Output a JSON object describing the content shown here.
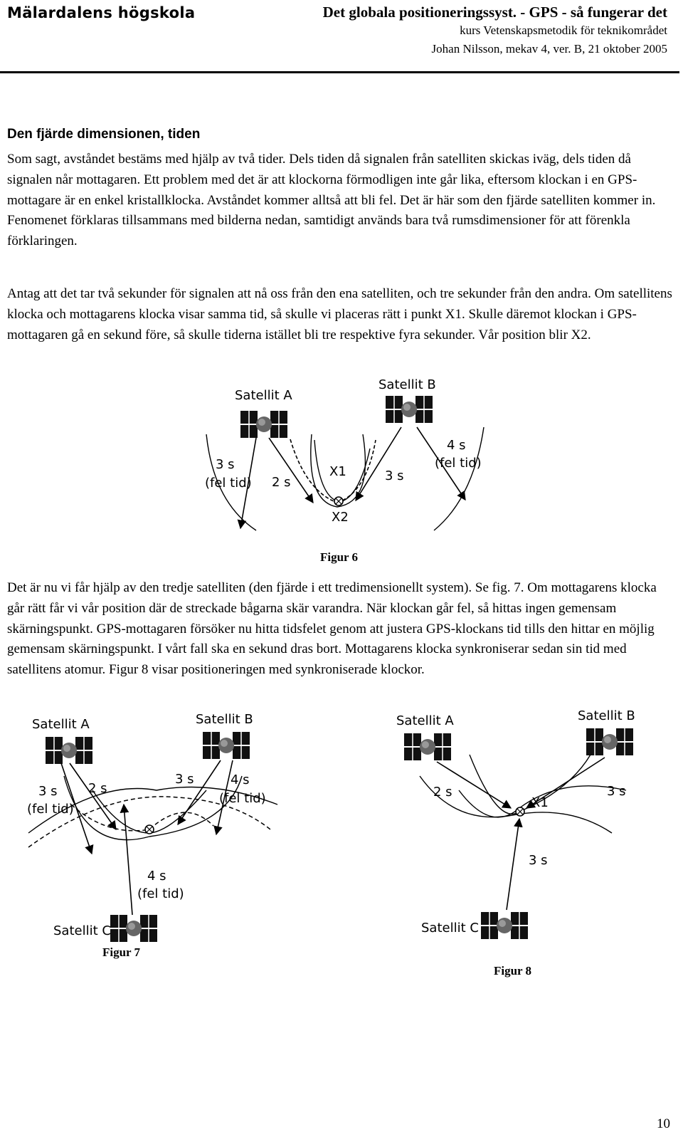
{
  "header": {
    "school": "Mälardalens högskola",
    "title": "Det globala positioneringssyst. - GPS - så fungerar det",
    "course": "kurs Vetenskapsmetodik för teknikområdet",
    "author": "Johan Nilsson, mekav 4, ver. B, 21 oktober 2005"
  },
  "section_heading": "Den fjärde dimensionen, tiden",
  "paragraphs": {
    "p1": "Som sagt, avståndet bestäms med hjälp av två tider. Dels tiden då signalen från satelliten skickas iväg, dels tiden då signalen når mottagaren. Ett problem med det är att klockorna förmodligen inte går lika, eftersom klockan i en GPS-mottagare är en enkel kristallklocka. Avståndet kommer alltså att bli fel. Det är här som den fjärde satelliten kommer in. Fenomenet förklaras tillsammans med bilderna nedan, samtidigt används bara två rumsdimensioner för att förenkla förklaringen.",
    "p2": "Antag att det tar två sekunder för signalen att nå oss från den ena satelliten, och tre sekunder från den andra. Om satellitens klocka och mottagarens klocka visar samma tid, så skulle vi placeras rätt i punkt X1. Skulle däremot klockan i GPS-mottagaren gå en sekund före, så skulle tiderna istället bli tre respektive fyra sekunder. Vår position blir X2.",
    "p3": "Det är nu vi får hjälp av den tredje satelliten (den fjärde i ett tredimensionellt system). Se fig. 7. Om mottagarens klocka går rätt får vi vår position där de streckade bågarna skär varandra. När klockan går fel, så hittas ingen gemensam skärningspunkt. GPS-mottagaren försöker nu hitta tidsfelet genom att justera GPS-klockans tid tills den hittar en möjlig gemensam skärningspunkt. I vårt fall ska en sekund dras bort. Mottagarens klocka synkroniserar sedan sin tid med satellitens atomur. Figur 8 visar positioneringen med synkroniserade klockor."
  },
  "figure6": {
    "caption": "Figur 6",
    "sat_a": "Satellit A",
    "sat_b": "Satellit B",
    "a_wrong": "3 s",
    "a_wrong_note": "(fel tid)",
    "a_right": "2 s",
    "b_right": "3 s",
    "b_wrong": "4 s",
    "b_wrong_note": "(fel tid)",
    "x1": "X1",
    "x2": "X2"
  },
  "figure7": {
    "caption": "Figur 7",
    "sat_a": "Satellit A",
    "sat_b": "Satellit B",
    "sat_c": "Satellit C",
    "a_wrong": "3 s",
    "a_wrong_note": "(fel tid)",
    "a_right": "2 s",
    "b_right": "3 s",
    "b_wrong": "4 s",
    "b_wrong_note": "(fel tid)",
    "c_wrong": "4 s",
    "c_wrong_note": "(fel tid)"
  },
  "figure8": {
    "caption": "Figur 8",
    "sat_a": "Satellit A",
    "sat_b": "Satellit B",
    "sat_c": "Satellit C",
    "a_time": "2 s",
    "b_time": "3 s",
    "c_time": "3 s",
    "x1": "X1"
  },
  "page_number": "10"
}
